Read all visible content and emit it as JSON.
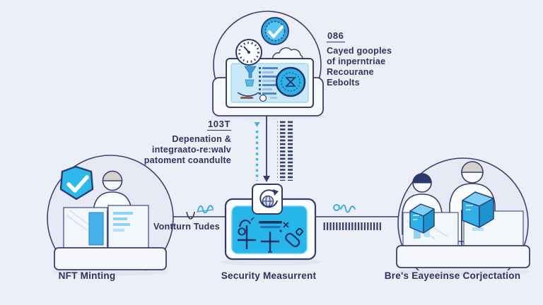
{
  "colors": {
    "background": "#edeff8",
    "ink": "#2d3560",
    "outline": "#39406e",
    "cyan": "#29b6e9",
    "blue_accent": "#3fa9e8",
    "screen_fill": "#c9e9f9",
    "node_fill": "#e7eaf5"
  },
  "top_right_note": {
    "number": "086",
    "lines": [
      "Cayed gooples",
      "of inperntriae",
      "Recourane",
      "Eebolts"
    ]
  },
  "center_note": {
    "number": "103T",
    "lines": [
      "Depenation &",
      "integraato-re:walv",
      "patoment coandulte"
    ]
  },
  "connector_label": "Vontturn Tudes",
  "node_labels": {
    "left": "NFT Minting",
    "center": "Security Measurrent",
    "right": "Bre's Eayeeinse Corjectation"
  },
  "icons": {
    "top_badge": "check-badge-icon",
    "left_badge": "shield-check-icon",
    "dashboard_dial": "gauge-icon",
    "center_box_top": "cycle-lock-icon",
    "right_objects": "cube-icon",
    "connector_marks": "barcode-marks-icon",
    "scribbles": "wave-scribble-icon"
  }
}
